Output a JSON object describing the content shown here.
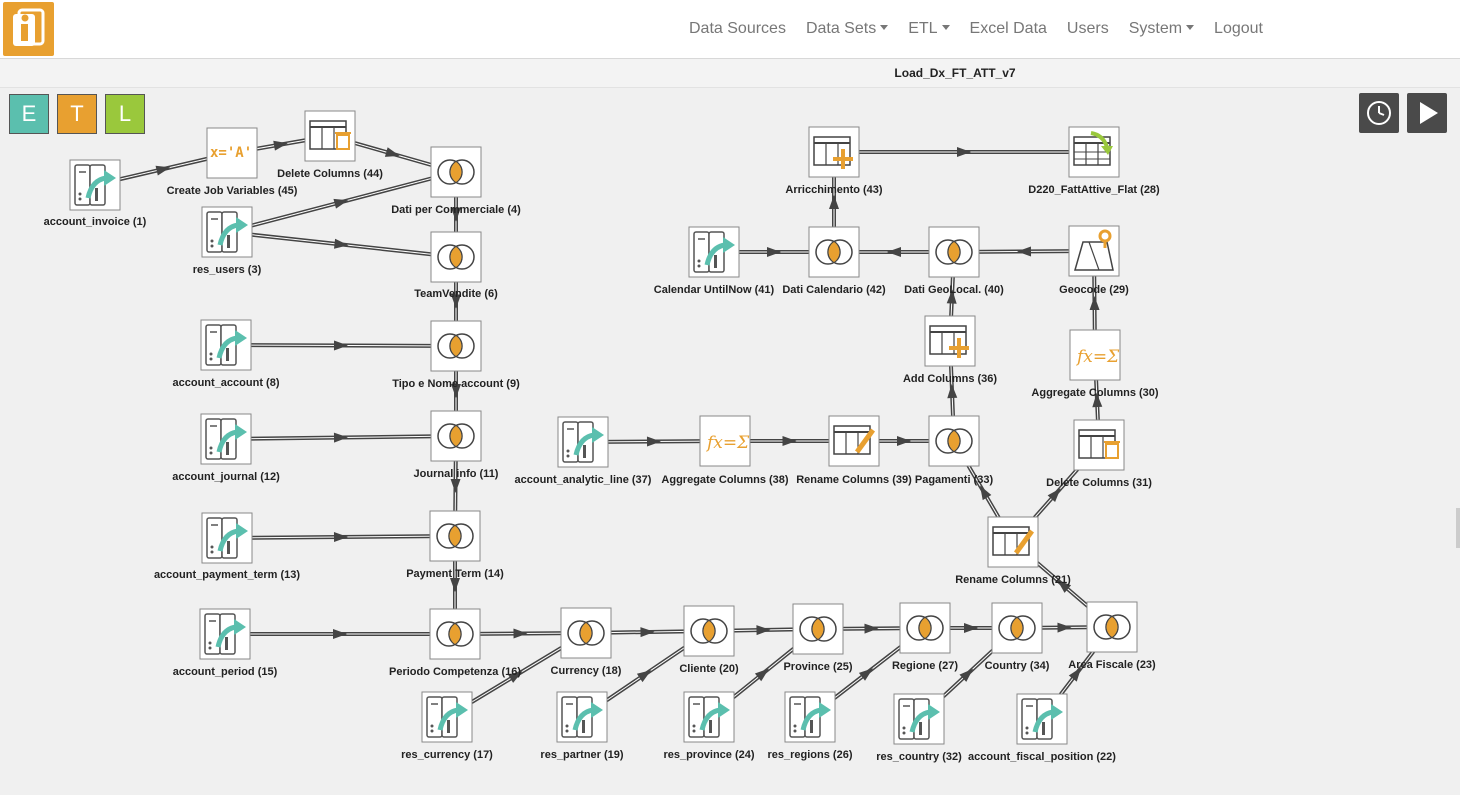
{
  "nav": {
    "items": [
      {
        "label": "Data Sources",
        "dropdown": false
      },
      {
        "label": "Data Sets",
        "dropdown": true
      },
      {
        "label": "ETL",
        "dropdown": true
      },
      {
        "label": "Excel Data",
        "dropdown": false
      },
      {
        "label": "Users",
        "dropdown": false
      },
      {
        "label": "System",
        "dropdown": true
      },
      {
        "label": "Logout",
        "dropdown": false
      }
    ]
  },
  "job": {
    "title": "Load_Dx_FT_ATT_v7"
  },
  "etl_buttons": [
    {
      "label": "E",
      "color": "#5bbfae"
    },
    {
      "label": "T",
      "color": "#e8a030"
    },
    {
      "label": "L",
      "color": "#9ac83c"
    }
  ],
  "colors": {
    "orange": "#e8a030",
    "teal": "#5bbfae",
    "edge": "#444444"
  },
  "nodes": [
    {
      "id": 1,
      "type": "source",
      "label": "account_invoice (1)"
    },
    {
      "id": 45,
      "type": "variables",
      "label": "Create Job Variables (45)"
    },
    {
      "id": 44,
      "type": "delete",
      "label": "Delete Columns (44)"
    },
    {
      "id": 4,
      "type": "join",
      "label": "Dati per Commerciale (4)"
    },
    {
      "id": 3,
      "type": "source",
      "label": "res_users (3)"
    },
    {
      "id": 6,
      "type": "join",
      "label": "TeamVendite (6)"
    },
    {
      "id": 8,
      "type": "source",
      "label": "account_account (8)"
    },
    {
      "id": 9,
      "type": "join",
      "label": "Tipo e Nome account (9)"
    },
    {
      "id": 12,
      "type": "source",
      "label": "account_journal (12)"
    },
    {
      "id": 11,
      "type": "join",
      "label": "Journal info (11)"
    },
    {
      "id": 13,
      "type": "source",
      "label": "account_payment_term (13)"
    },
    {
      "id": 14,
      "type": "join",
      "label": "Payment Term (14)"
    },
    {
      "id": 15,
      "type": "source",
      "label": "account_period (15)"
    },
    {
      "id": 16,
      "type": "join",
      "label": "Periodo Competenza (16)"
    },
    {
      "id": 17,
      "type": "source",
      "label": "res_currency (17)"
    },
    {
      "id": 18,
      "type": "join",
      "label": "Currency (18)"
    },
    {
      "id": 19,
      "type": "source",
      "label": "res_partner (19)"
    },
    {
      "id": 20,
      "type": "join",
      "label": "Cliente (20)"
    },
    {
      "id": 24,
      "type": "source",
      "label": "res_province (24)"
    },
    {
      "id": 25,
      "type": "join",
      "label": "Province (25)"
    },
    {
      "id": 26,
      "type": "source",
      "label": "res_regions (26)"
    },
    {
      "id": 27,
      "type": "join",
      "label": "Regione (27)"
    },
    {
      "id": 32,
      "type": "source",
      "label": "res_country (32)"
    },
    {
      "id": 34,
      "type": "join",
      "label": "Country (34)"
    },
    {
      "id": 22,
      "type": "source",
      "label": "account_fiscal_position (22)"
    },
    {
      "id": 23,
      "type": "join",
      "label": "Area Fiscale (23)"
    },
    {
      "id": 21,
      "type": "rename",
      "label": "Rename Columns (21)"
    },
    {
      "id": 31,
      "type": "delete",
      "label": "Delete Columns (31)"
    },
    {
      "id": 30,
      "type": "aggregate",
      "label": "Aggregate Columns (30)"
    },
    {
      "id": 29,
      "type": "geocode",
      "label": "Geocode (29)"
    },
    {
      "id": 37,
      "type": "source",
      "label": "account_analytic_line (37)"
    },
    {
      "id": 38,
      "type": "aggregate",
      "label": "Aggregate Columns (38)"
    },
    {
      "id": 39,
      "type": "rename",
      "label": "Rename Columns (39)"
    },
    {
      "id": 33,
      "type": "join",
      "label": "Pagamenti (33)"
    },
    {
      "id": 36,
      "type": "add",
      "label": "Add Columns (36)"
    },
    {
      "id": 40,
      "type": "join",
      "label": "Dati GeoLocal. (40)"
    },
    {
      "id": 42,
      "type": "join",
      "label": "Dati Calendario (42)"
    },
    {
      "id": 41,
      "type": "source",
      "label": "Calendar UntilNow (41)"
    },
    {
      "id": 43,
      "type": "add",
      "label": "Arricchimento (43)"
    },
    {
      "id": 28,
      "type": "target",
      "label": "D220_FattAttive_Flat (28)"
    }
  ],
  "edges": [
    [
      1,
      45
    ],
    [
      45,
      44
    ],
    [
      44,
      4
    ],
    [
      3,
      4
    ],
    [
      3,
      6
    ],
    [
      4,
      6
    ],
    [
      6,
      9
    ],
    [
      8,
      9
    ],
    [
      9,
      11
    ],
    [
      12,
      11
    ],
    [
      11,
      14
    ],
    [
      13,
      14
    ],
    [
      14,
      16
    ],
    [
      15,
      16
    ],
    [
      16,
      18
    ],
    [
      17,
      18
    ],
    [
      18,
      20
    ],
    [
      19,
      20
    ],
    [
      20,
      25
    ],
    [
      24,
      25
    ],
    [
      25,
      27
    ],
    [
      26,
      27
    ],
    [
      27,
      34
    ],
    [
      32,
      34
    ],
    [
      34,
      23
    ],
    [
      22,
      23
    ],
    [
      23,
      21
    ],
    [
      21,
      33
    ],
    [
      21,
      31
    ],
    [
      31,
      30
    ],
    [
      30,
      29
    ],
    [
      29,
      40
    ],
    [
      37,
      38
    ],
    [
      38,
      39
    ],
    [
      39,
      33
    ],
    [
      33,
      36
    ],
    [
      36,
      40
    ],
    [
      40,
      42
    ],
    [
      41,
      42
    ],
    [
      42,
      43
    ],
    [
      43,
      28
    ]
  ]
}
